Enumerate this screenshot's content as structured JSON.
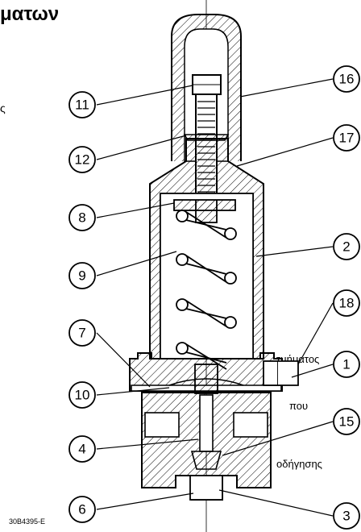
{
  "heading": "ματων",
  "side_texts": [
    "ς",
    "τμήματος",
    "που",
    "οδήγησης"
  ],
  "drawing_code": "30B4395-E",
  "callouts": [
    "11",
    "16",
    "12",
    "17",
    "8",
    "2",
    "9",
    "7",
    "18",
    "1",
    "10",
    "15",
    "4",
    "6",
    "3"
  ],
  "colors": {
    "ink": "#000000",
    "background": "#ffffff"
  }
}
